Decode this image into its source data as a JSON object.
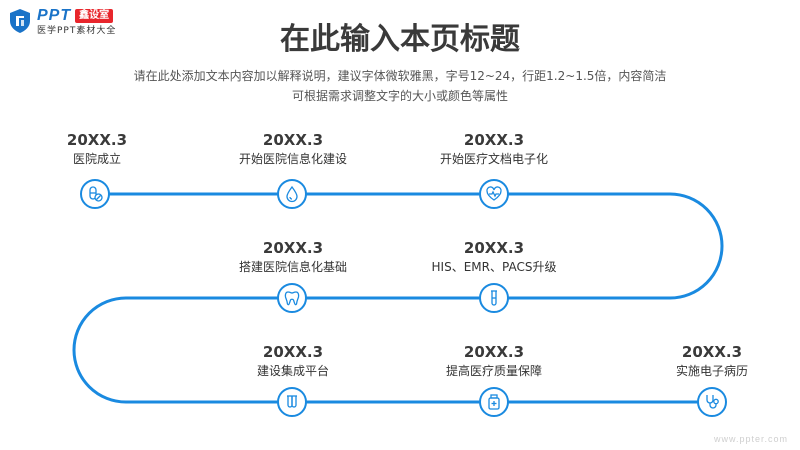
{
  "logo": {
    "brand": "PPT",
    "badge": "鑫设室",
    "subtitle": "医学PPT素材大全"
  },
  "header": {
    "title": "在此输入本页标题",
    "description_line1": "请在此处添加文本内容加以解释说明，建议字体微软雅黑，字号12~24，行距1.2~1.5倍，内容简洁",
    "description_line2": "可根据需求调整文字的大小或颜色等属性"
  },
  "timeline": {
    "accent_color": "#1a8ae0",
    "milestones": [
      {
        "date": "20XX.3",
        "label": "医院成立",
        "icon": "pill-capsule-icon"
      },
      {
        "date": "20XX.3",
        "label": "开始医院信息化建设",
        "icon": "blood-drop-icon"
      },
      {
        "date": "20XX.3",
        "label": "开始医疗文档电子化",
        "icon": "heart-pulse-icon"
      },
      {
        "date": "20XX.3",
        "label": "HIS、EMR、PACS升级",
        "icon": "test-tube-icon"
      },
      {
        "date": "20XX.3",
        "label": "搭建医院信息化基础",
        "icon": "tooth-icon"
      },
      {
        "date": "20XX.3",
        "label": "建设集成平台",
        "icon": "thermometer-icon"
      },
      {
        "date": "20XX.3",
        "label": "提高医疗质量保障",
        "icon": "medicine-bottle-icon"
      },
      {
        "date": "20XX.3",
        "label": "实施电子病历",
        "icon": "stethoscope-icon"
      }
    ]
  },
  "watermark": "www.ppter.com"
}
